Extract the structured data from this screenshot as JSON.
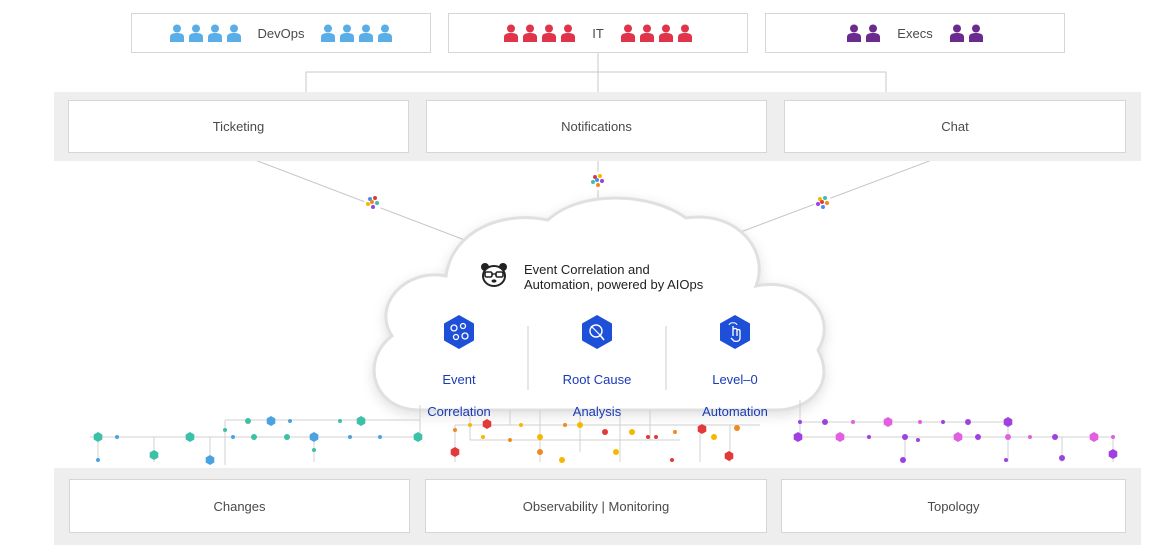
{
  "teams": [
    {
      "label": "DevOps",
      "color": "#5aaee8",
      "count": 4
    },
    {
      "label": "IT",
      "color": "#e0344a",
      "count": 4
    },
    {
      "label": "Execs",
      "color": "#6a2a8e",
      "count": 2
    }
  ],
  "channels": [
    "Ticketing",
    "Notifications",
    "Chat"
  ],
  "cloud": {
    "title_line1": "Event Correlation and",
    "title_line2": "Automation, powered by AIOps",
    "logo_icon": "panda-icon",
    "features": [
      {
        "line1": "Event",
        "line2": "Correlation",
        "icon": "event-correlation-icon"
      },
      {
        "line1": "Root Cause",
        "line2": "Analysis",
        "icon": "root-cause-icon"
      },
      {
        "line1": "Level–0",
        "line2": "Automation",
        "icon": "automation-icon"
      }
    ]
  },
  "sources": [
    "Changes",
    "Observability | Monitoring",
    "Topology"
  ],
  "colors": {
    "feature_blue": "#1e4fd8",
    "caption_blue": "#1a3bb8",
    "changes_dots": [
      "#4aa3e0",
      "#3cc0a8"
    ],
    "monitoring_dots": [
      "#f5b800",
      "#e23a3a",
      "#f08a1c"
    ],
    "topology_dots": [
      "#a040e0",
      "#e060e0"
    ]
  }
}
